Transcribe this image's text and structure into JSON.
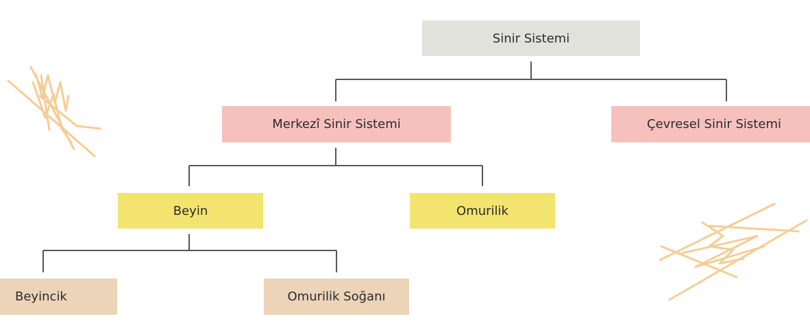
{
  "diagram": {
    "root": {
      "label": "Sinir Sistemi"
    },
    "central": {
      "label": "Merkezî Sinir Sistemi"
    },
    "peripheral": {
      "label": "Çevresel Sinir Sistemi"
    },
    "brain": {
      "label": "Beyin"
    },
    "spinal_cord": {
      "label": "Omurilik"
    },
    "cerebellum": {
      "label": "Beyincik"
    },
    "medulla": {
      "label": "Omurilik Soğanı"
    }
  },
  "colors": {
    "root": "#e2e2dd",
    "level1": "#f6c1bd",
    "level2": "#f2e46e",
    "level3": "#ecd4b9",
    "connector": "#555555",
    "scribble": "#f4c88a"
  }
}
